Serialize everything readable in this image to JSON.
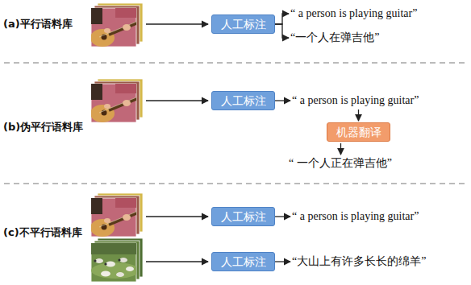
{
  "diagram": {
    "nodes": [
      {
        "text": [
          "人工标注"
        ]
      },
      {
        "text": [
          "“ a person is playing guitar”"
        ]
      },
      {
        "text": [
          "“一个人在弹吉他”"
        ]
      },
      {
        "text": [
          "人工标注"
        ]
      },
      {
        "text": [
          "“ a person is playing guitar”"
        ]
      },
      {
        "text": [
          "机器翻译"
        ]
      },
      {
        "text": [
          "“ 一个人正在弹吉他”"
        ]
      },
      {
        "text": [
          "人工标注"
        ]
      },
      {
        "text": [
          "“ a person is playing guitar”"
        ]
      },
      {
        "text": [
          "人工标注"
        ]
      },
      {
        "text": [
          "“大山上有许多长长的绵羊”"
        ]
      }
    ],
    "edges": [
      {
        "from": 0,
        "to": 1,
        "arrow": "to"
      },
      {
        "from": 0,
        "to": 2,
        "arrow": "to"
      },
      {
        "from": 3,
        "to": 4,
        "arrow": "to"
      },
      {
        "from": 4,
        "to": 5,
        "arrow": "to"
      },
      {
        "from": 5,
        "to": 6,
        "arrow": "to"
      },
      {
        "from": 7,
        "to": 8,
        "arrow": "to"
      },
      {
        "from": 9,
        "to": 10,
        "arrow": "to"
      }
    ],
    "labels": [
      "(a)平行语料库",
      "(b)伪平行语料库",
      "(c)不平行语料库"
    ]
  }
}
